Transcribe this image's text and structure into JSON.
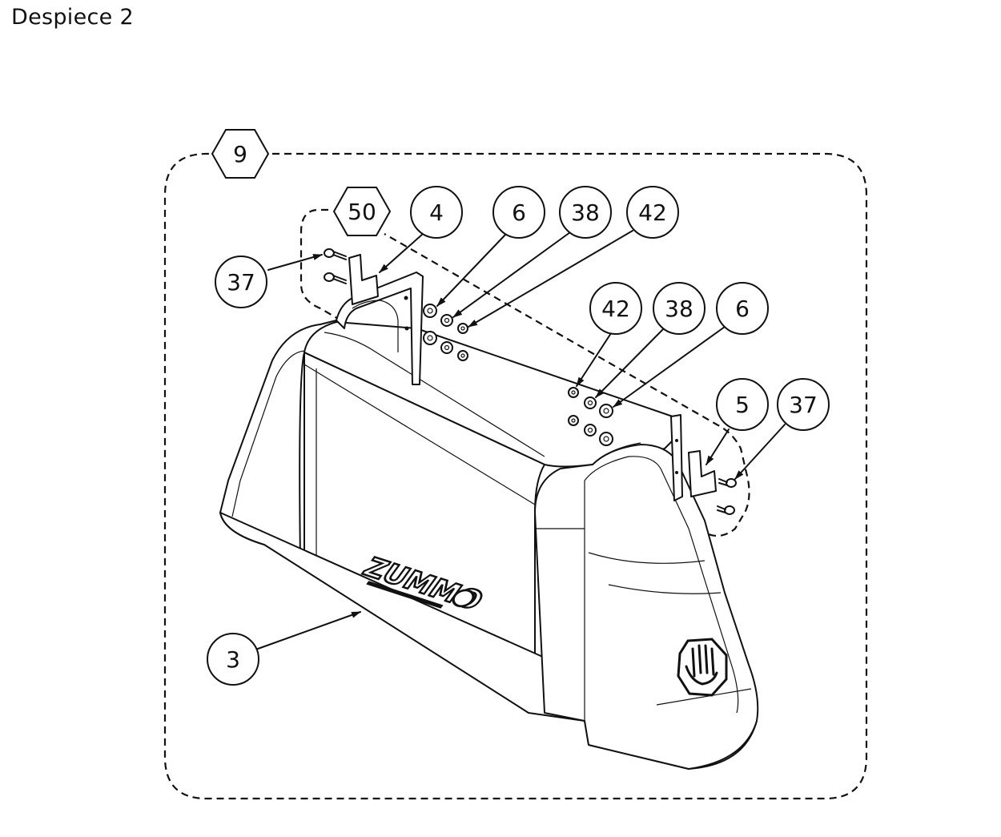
{
  "title": "Despiece 2",
  "logo_text": "ZUMMO",
  "callouts": {
    "group_9": "9",
    "group_50": "50",
    "part_4": "4",
    "part_6_top": "6",
    "part_38_top": "38",
    "part_42_top": "42",
    "part_37_left": "37",
    "part_42_mid": "42",
    "part_38_mid": "38",
    "part_6_mid": "6",
    "part_5": "5",
    "part_37_right": "37",
    "part_3": "3"
  },
  "icons": {
    "hand_stop": "hand-stop-icon"
  }
}
